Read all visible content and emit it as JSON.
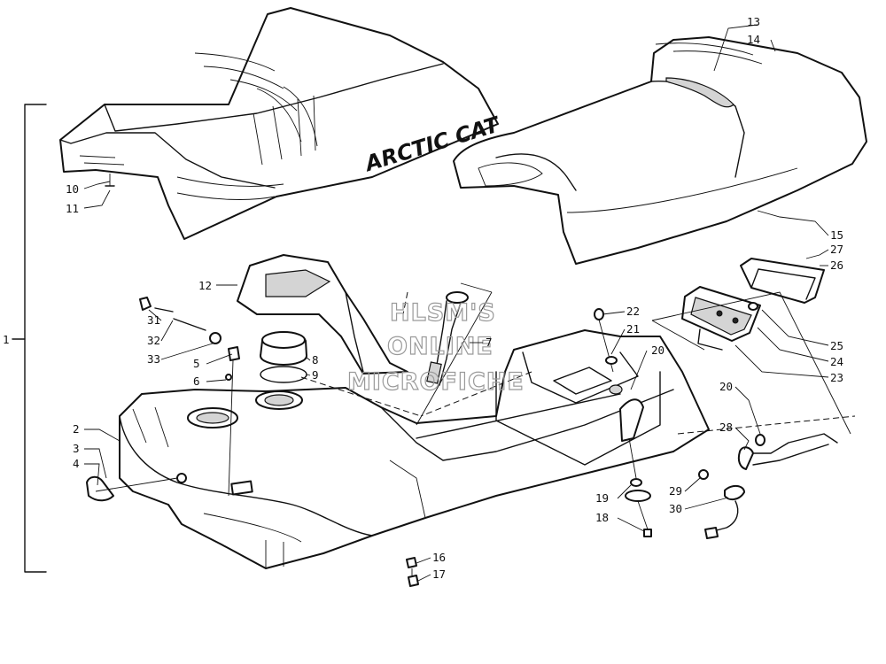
{
  "watermark": [
    "HLSM'S",
    "ONLINE",
    "MICROFICHE"
  ],
  "seat_brand": "ARCTIC CAT",
  "callouts": [
    "1",
    "2",
    "3",
    "4",
    "5",
    "6",
    "7",
    "8",
    "9",
    "10",
    "11",
    "12",
    "13",
    "14",
    "15",
    "16",
    "17",
    "18",
    "19",
    "20",
    "20",
    "21",
    "22",
    "23",
    "24",
    "25",
    "26",
    "27",
    "28",
    "29",
    "30",
    "31",
    "32",
    "33"
  ]
}
